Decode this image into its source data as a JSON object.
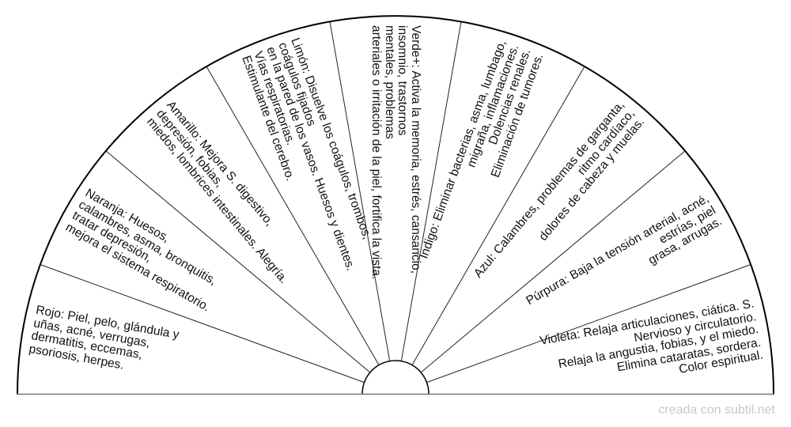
{
  "sectors": [
    {
      "color_name": "Rojo",
      "side": "left",
      "angle": 10,
      "lines": [
        "Rojo: Piel, pelo, glándula y",
        "uñas, acné, verrugas,",
        "dermatitis, eccemas,",
        "psoriosis, herpes."
      ]
    },
    {
      "color_name": "Naranja",
      "side": "left",
      "angle": 30,
      "lines": [
        "Naranja: Huesos,",
        "calambres, asma, bronquitis,",
        "tratar depresión,",
        "mejora el sistema respiratorio."
      ]
    },
    {
      "color_name": "Amarillo",
      "side": "left",
      "angle": 50,
      "lines": [
        "Amarillo: Mejora S. digestivo,",
        "depresión, fobias,",
        "miedos, lombrices intestinales. Alegría."
      ]
    },
    {
      "color_name": "Limón",
      "side": "left",
      "angle": 70,
      "lines": [
        "Limón: Disuelve los coágulos, trombos,",
        "coágulos fijados",
        "en la pared de los vasos. Huesos y dientes.",
        "Vías respiratorias.",
        "Estimulante del cerebro."
      ]
    },
    {
      "color_name": "Verde",
      "side": "left",
      "angle": 90,
      "lines": [
        "Verde+: Activa la memoria, estrés, cansancio,",
        "insomnio, trastornos",
        "mentales, problemas",
        "arteriales o irritación de la piel, fortifica la vista."
      ]
    },
    {
      "color_name": "Índigo",
      "side": "right",
      "angle": 70,
      "lines": [
        "Índigo: Eliminar bacterias, asma, lumbago,",
        "migraña, inflamaciones.",
        "Dolencias renales.",
        "Eliminación de tumores."
      ]
    },
    {
      "color_name": "Azul",
      "side": "right",
      "angle": 50,
      "lines": [
        "Azul: Calambres, problemas de garganta,",
        "ritmo cardíaco,",
        "dolores de cabeza y muelas."
      ]
    },
    {
      "color_name": "Púrpura",
      "side": "right",
      "angle": 30,
      "lines": [
        "Púrpura: Baja la tensión arterial, acné,",
        "estrías, piel",
        "grasa, arrugas."
      ]
    },
    {
      "color_name": "Violeta",
      "side": "right",
      "angle": 10,
      "lines": [
        "Violeta: Relaja articulaciones, ciática. S.",
        "Nervioso y circulatorio.",
        "Relaja la angustia, fobias, y el miedo.",
        "Elimina cataratas, sordera.",
        "Color espiritual."
      ]
    }
  ],
  "watermark": "creada con subtil.net"
}
